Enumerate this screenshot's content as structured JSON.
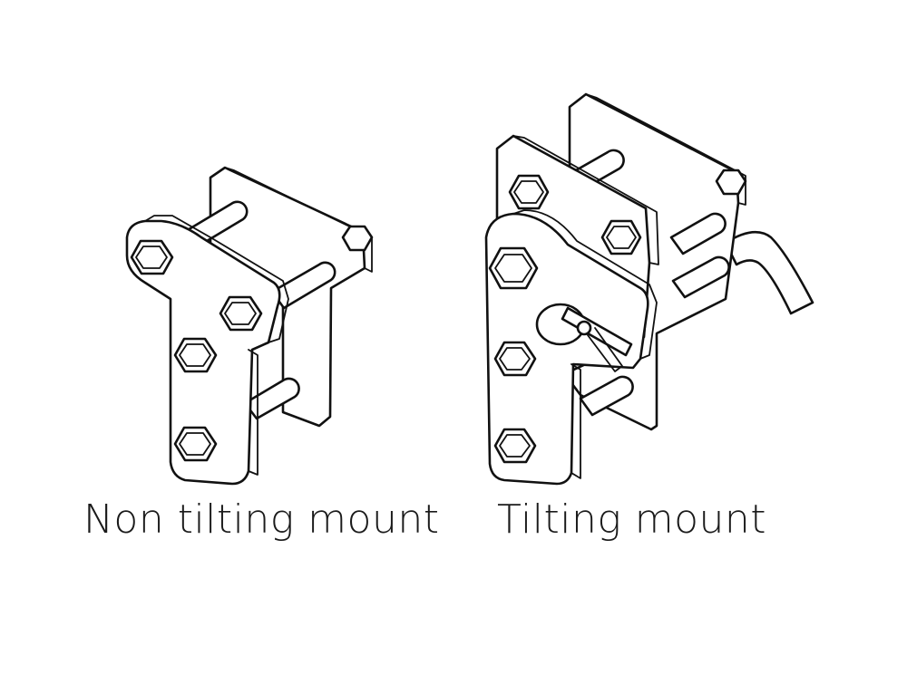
{
  "diagram": {
    "items": [
      {
        "id": "non-tilting",
        "caption": "Non tilting mount"
      },
      {
        "id": "tilting",
        "caption": "Tilting mount"
      }
    ]
  },
  "colors": {
    "line": "#111111",
    "background": "#ffffff"
  }
}
